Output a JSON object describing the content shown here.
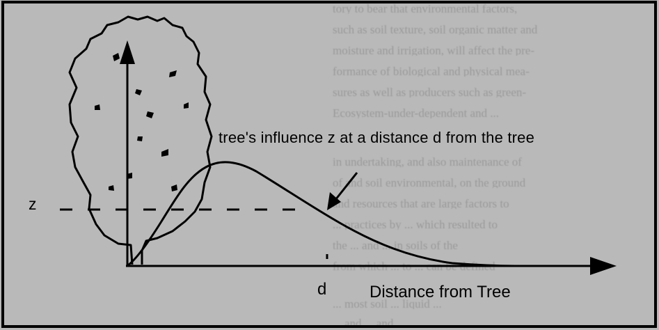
{
  "figure": {
    "title": "tree's influence  z at a distance d from the tree",
    "y_label": "z",
    "d_label": "d",
    "x_axis_label": "Distance from Tree"
  },
  "background_text": [
    "tory to bear that environmental factors,",
    "such as soil texture, soil organic matter and",
    "moisture and irrigation, will affect the pre-",
    "formance of biological and physical mea-",
    "sures as well as producers such as green-",
    "Ecosystem-under-dependent and ...",
    "in undertaking, and also maintenance of",
    "of and soil environmental, on the ground",
    "and resources that are large factors to",
    "... practices by ... which resulted to",
    "the ... and ... in soils of the",
    "from which ... to ... can be defined",
    "... most soil ... liquid ...",
    "... and ... and ..."
  ],
  "colors": {
    "ink": "#000000",
    "paper": "#bababa",
    "bleed": "#9a9a9a"
  }
}
